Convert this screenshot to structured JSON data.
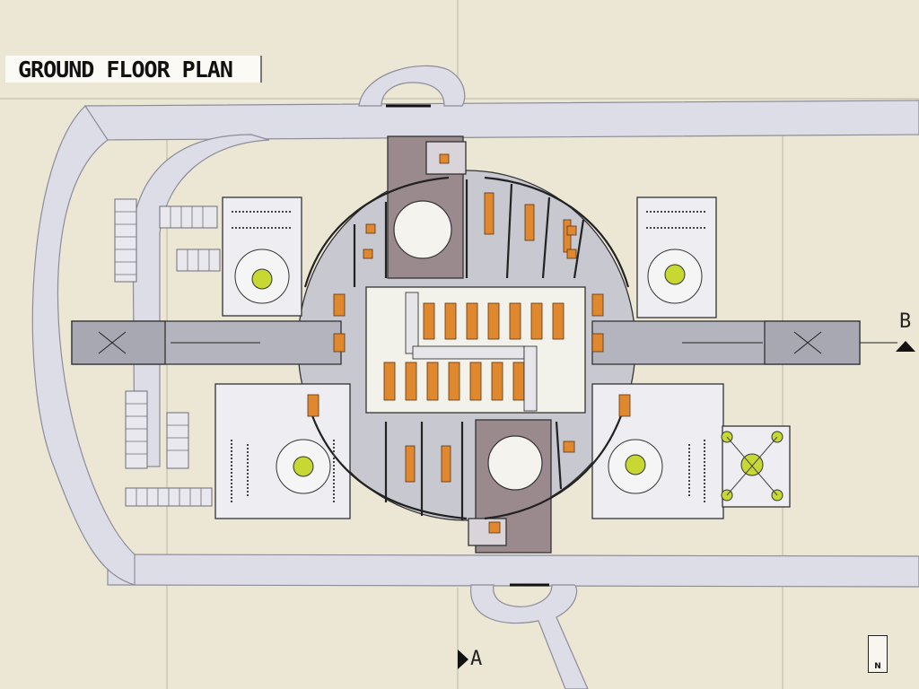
{
  "title": "GROUND FLOOR PLAN",
  "section_markers": {
    "right": "B",
    "bottom": "A"
  },
  "north_arrow": {
    "label": "N"
  },
  "colors": {
    "board": "#ece6d4",
    "road": "#dcdde6",
    "road_edge": "#8c8c9a",
    "core": "#9a8a8e",
    "floor": "#c8c8d0",
    "furniture_accent": "#e0882e",
    "greenery": "#c8d832"
  }
}
